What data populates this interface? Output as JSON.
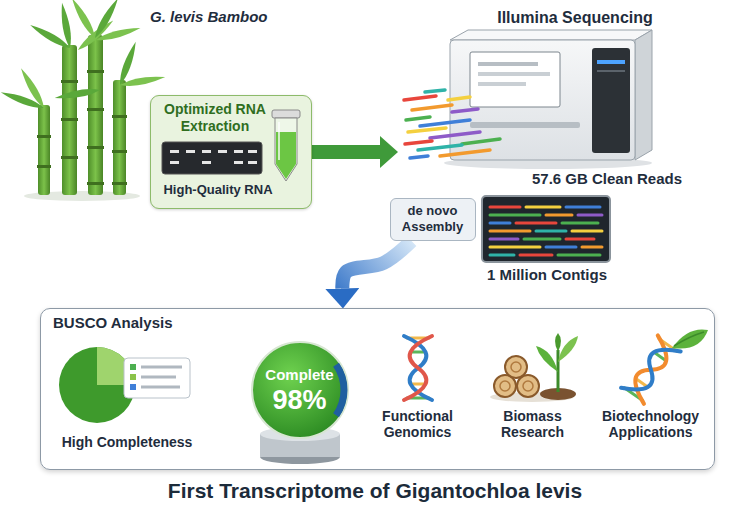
{
  "diagram": {
    "title": "First Transcriptome of Gigantochloa levis",
    "nodes": [
      {
        "text": [
          "Optimized RNA Extraction",
          "High-Quality RNA"
        ]
      },
      {
        "text": [
          "Illumina Sequencing",
          "57.6 GB Clean Reads"
        ]
      },
      {
        "text": [
          "de novo Assembly"
        ]
      },
      {
        "text": [
          "1 Million Contigs"
        ]
      },
      {
        "text": [
          "BUSCO Analysis"
        ]
      },
      {
        "text": [
          "High Completeness"
        ],
        "in": 4
      },
      {
        "text": [
          "Complete",
          "98%"
        ],
        "in": 4
      },
      {
        "text": [
          "Functional Genomics"
        ],
        "in": 4
      },
      {
        "text": [
          "Biomass Research"
        ],
        "in": 4
      },
      {
        "text": [
          "Biotechnology Applications"
        ],
        "in": 4
      }
    ],
    "edges": [
      {
        "from": 0,
        "to": 1,
        "arrow": "to"
      },
      {
        "from": 2,
        "to": 4,
        "arrow": "to"
      }
    ],
    "labels": [
      "G. levis Bamboo"
    ]
  }
}
